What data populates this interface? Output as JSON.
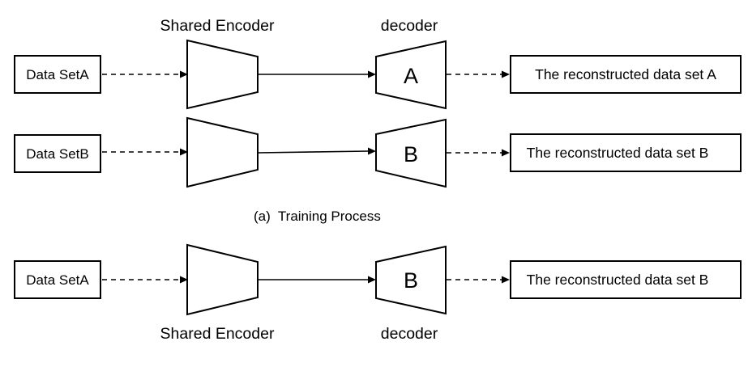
{
  "diagram": {
    "training": {
      "encoder_label": "Shared Encoder",
      "decoder_label": "decoder",
      "row_a": {
        "input": "Data SetA",
        "decoder": "A",
        "output": "The reconstructed data set A"
      },
      "row_b": {
        "input": "Data SetB",
        "decoder": "B",
        "output": "The reconstructed data set B"
      },
      "caption": "(a)  Training Process"
    },
    "inference": {
      "input": "Data SetA",
      "decoder": "B",
      "output": "The reconstructed data set B",
      "encoder_label": "Shared Encoder",
      "decoder_label": "decoder"
    }
  }
}
